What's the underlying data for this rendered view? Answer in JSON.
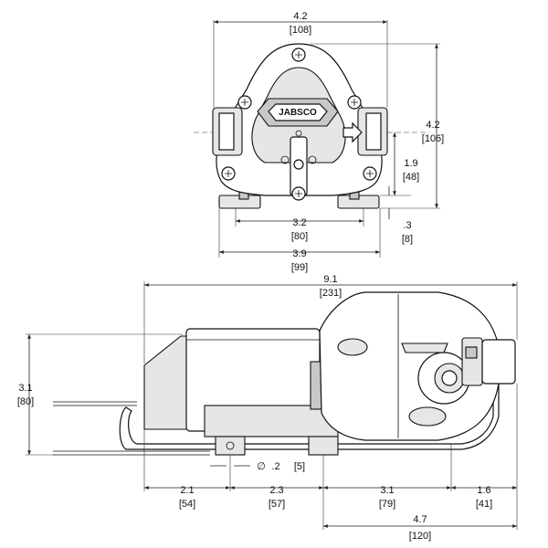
{
  "brand": {
    "logo_text": "JABSCO"
  },
  "front_view": {
    "width_top": {
      "inch": "4.2",
      "mm": "[108]"
    },
    "height_total": {
      "inch": "4.2",
      "mm": "[106]"
    },
    "port_height": {
      "inch": "1.9",
      "mm": "[48]"
    },
    "base_offset": {
      "inch": ".3",
      "mm": "[8]"
    },
    "mount_spacing": {
      "inch": "3.2",
      "mm": "[80]"
    },
    "base_width": {
      "inch": "3.9",
      "mm": "[99]"
    }
  },
  "side_view": {
    "overall_length": {
      "inch": "9.1",
      "mm": "[231]"
    },
    "height": {
      "inch": "3.1",
      "mm": "[80]"
    },
    "hole_diameter": {
      "symbol": "∅",
      "inch": ".2",
      "mm": "[5]"
    },
    "seg_1": {
      "inch": "2.1",
      "mm": "[54]"
    },
    "seg_2": {
      "inch": "2.3",
      "mm": "[57]"
    },
    "seg_3": {
      "inch": "3.1",
      "mm": "[79]"
    },
    "seg_4": {
      "inch": "1.6",
      "mm": "[41]"
    },
    "seg_head": {
      "inch": "4.7",
      "mm": "[120]"
    }
  }
}
